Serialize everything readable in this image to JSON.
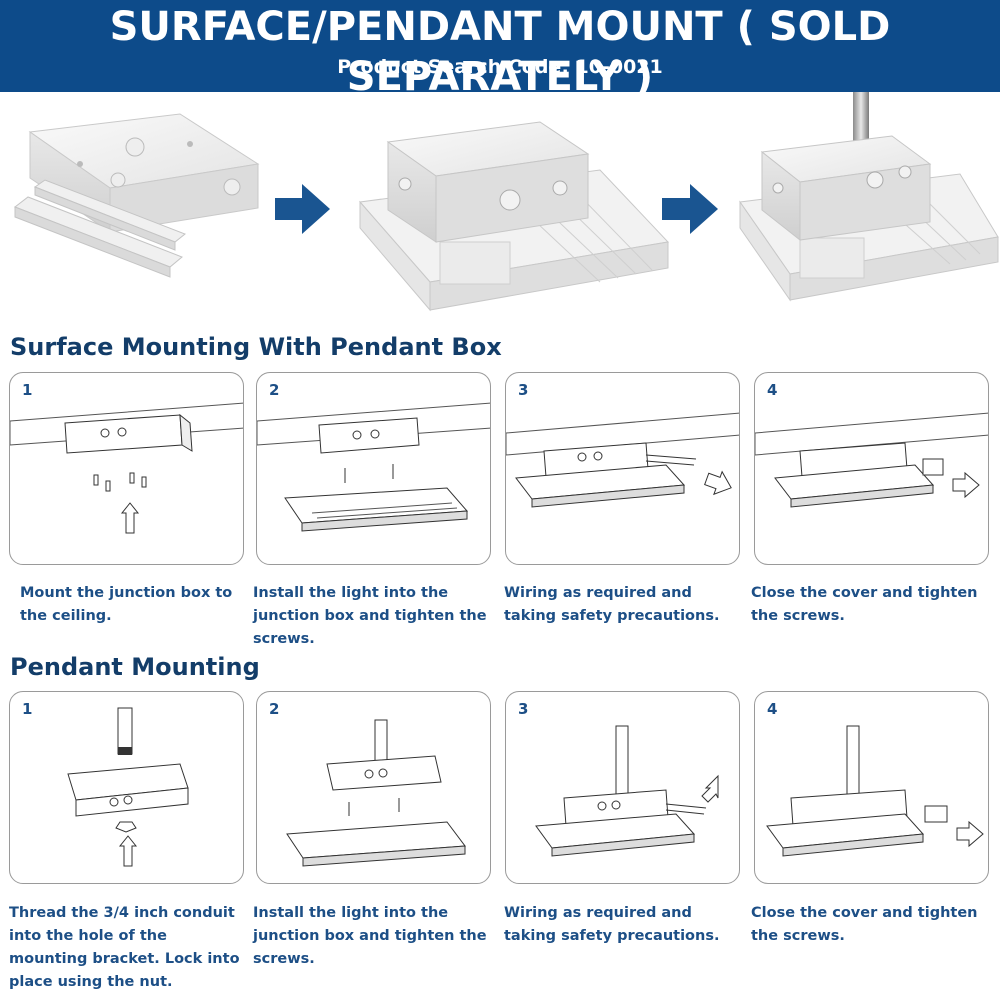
{
  "header": {
    "title": "SURFACE/PENDANT MOUNT ( SOLD SEPARATELY )",
    "subtitle": "Product Search Code: 10-0021"
  },
  "surface": {
    "heading": "Surface Mounting With Pendant Box",
    "steps": [
      {
        "num": "1",
        "text": "Mount the junction box to the ceiling."
      },
      {
        "num": "2",
        "text": "Install the light into the junction box and tighten the screws."
      },
      {
        "num": "3",
        "text": "Wiring as required and taking safety precautions."
      },
      {
        "num": "4",
        "text": "Close the cover and tighten the screws."
      }
    ]
  },
  "pendant": {
    "heading": "Pendant Mounting",
    "steps": [
      {
        "num": "1",
        "text": "Thread the 3/4 inch conduit into the hole of the mounting bracket. Lock into place using the nut."
      },
      {
        "num": "2",
        "text": "Install the light into the junction box and tighten the screws."
      },
      {
        "num": "3",
        "text": "Wiring as required and taking safety precautions."
      },
      {
        "num": "4",
        "text": "Close the cover and tighten the screws."
      }
    ]
  },
  "colors": {
    "banner": "#0d4b8a",
    "heading": "#133d69",
    "caption": "#1d4f86",
    "arrow": "#1a5591"
  },
  "icons": [
    "arrow-right-icon",
    "arrow-up-icon"
  ]
}
